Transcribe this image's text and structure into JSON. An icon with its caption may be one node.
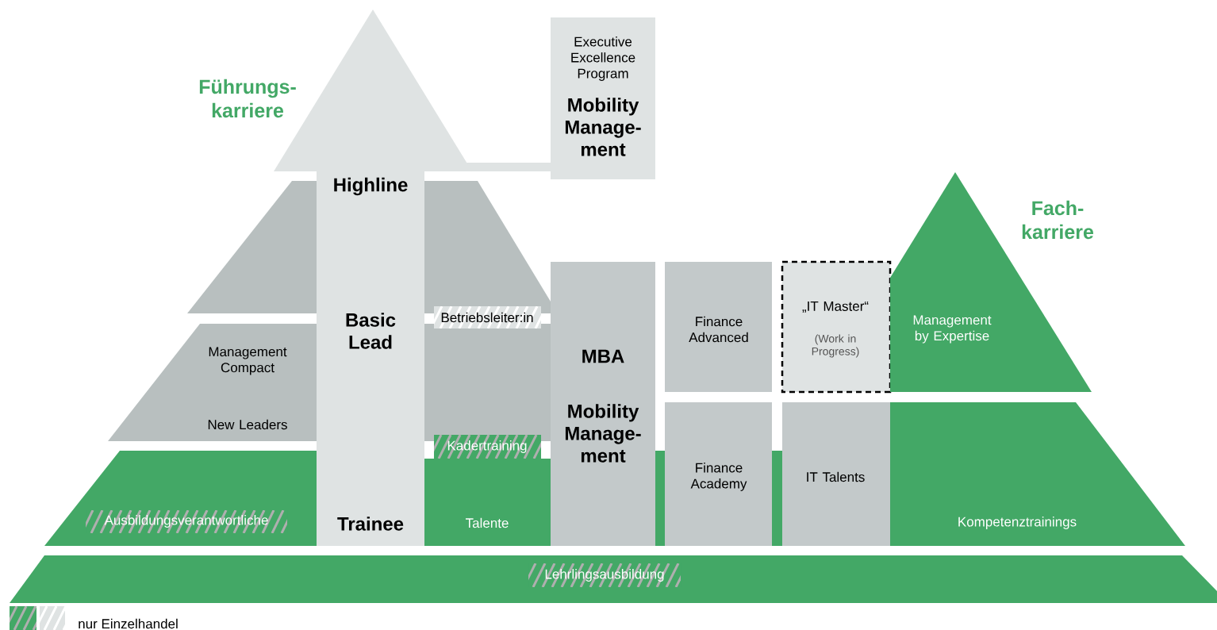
{
  "diagram": {
    "nodes": [
      {
        "text": [],
        "shape": "triangle",
        "beside": [
          "Führungs- karriere"
        ]
      },
      {
        "text": [
          "Executive Excellence Program",
          "Mobility Manage- ment"
        ]
      },
      {
        "text": [
          "Highline",
          "Basic Lead",
          "Trainee"
        ]
      },
      {
        "text": [
          "Management Compact",
          "New Leaders"
        ]
      },
      {
        "text": [
          "Betriebsleiter:in"
        ]
      },
      {
        "text": [],
        "shape": "bar"
      },
      {
        "text": [
          "Ausbildungsverantwortliche"
        ],
        "in": 5
      },
      {
        "text": [
          "Talente"
        ]
      },
      {
        "text": [
          "Kadertraining"
        ]
      },
      {
        "text": [
          "MBA",
          "Mobility Manage- ment"
        ]
      },
      {
        "text": [
          "Finance Advanced"
        ]
      },
      {
        "text": [
          "„IT Master“",
          "(Work in Progress)"
        ]
      },
      {
        "text": [
          "Management by Expertise"
        ],
        "beside": [
          "Fach- karriere"
        ]
      },
      {
        "text": [
          "Finance Academy"
        ]
      },
      {
        "text": [
          "IT Talents"
        ]
      },
      {
        "text": [
          "Kompetenztrainings"
        ]
      },
      {
        "text": [],
        "shape": "bar"
      },
      {
        "text": [
          "Lehrlingsausbildung"
        ],
        "in": 16
      }
    ],
    "legend": [
      {
        "text": "nur Einzelhandel"
      }
    ]
  }
}
